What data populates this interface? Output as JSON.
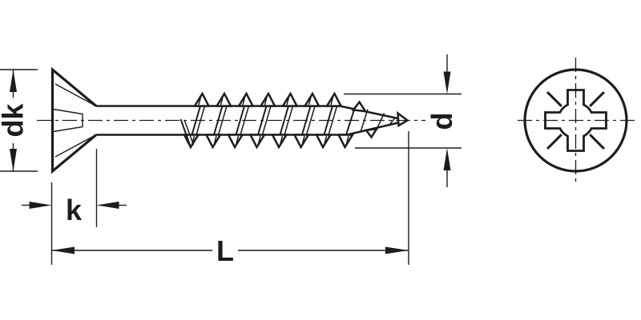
{
  "diagram": {
    "kind": "technical-drawing",
    "subject": "countersunk screw with cross recess, side view and head-on view",
    "dimension_labels": {
      "head_diameter": "dk",
      "head_height": "k",
      "total_length": "L",
      "thread_diameter": "d"
    },
    "colors": {
      "line": "#1d1d1b",
      "background": "#ffffff"
    }
  }
}
